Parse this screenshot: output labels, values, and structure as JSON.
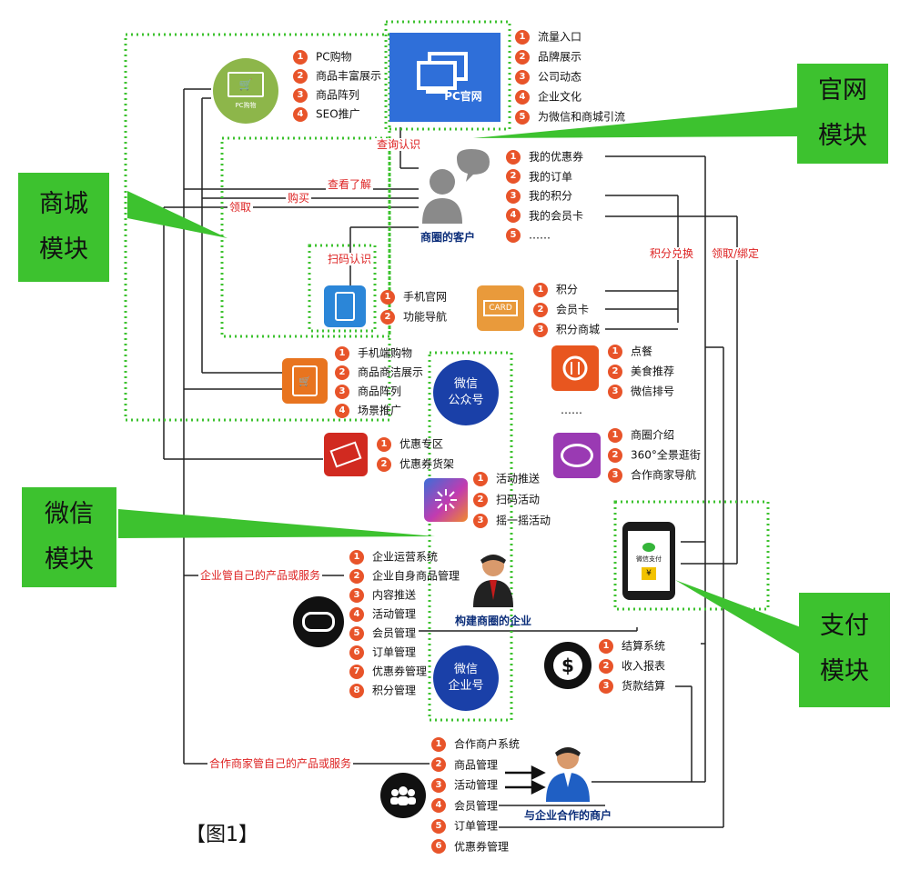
{
  "modules": {
    "mall": [
      "商城",
      "模块"
    ],
    "official": [
      "官网",
      "模块"
    ],
    "wechat": [
      "微信",
      "模块"
    ],
    "pay": [
      "支付",
      "模块"
    ]
  },
  "nodes": {
    "pc_shop_badge": "PC购物",
    "pc_site": "PC官网",
    "customer": "商圈的客户",
    "wechat_public": [
      "微信",
      "公众号"
    ],
    "enterprise": "构建商圈的企业",
    "wechat_corp": [
      "微信",
      "企业号"
    ],
    "partner": "与企业合作的商户",
    "card_text": "CARD",
    "pay_phone": "微信支付",
    "yen": "¥",
    "dollar": "$",
    "figure_caption": "【图1】",
    "ellipsis": "……"
  },
  "edge_labels": {
    "query": "查询认识",
    "look": "查看了解",
    "buy": "购买",
    "receive": "领取",
    "scan": "扫码认识",
    "points_exchange": "积分兑换",
    "receive_bind": "领取/绑定",
    "enterprise_self": "企业管自己的产品或服务",
    "partner_self": "合作商家管自己的产品或服务"
  },
  "lists": {
    "pc_shop": [
      "PC购物",
      "商品丰富展示",
      "商品阵列",
      "SEO推广"
    ],
    "pc_site": [
      "流量入口",
      "品牌展示",
      "公司动态",
      "企业文化",
      "为微信和商城引流"
    ],
    "customer": [
      "我的优惠券",
      "我的订单",
      "我的积分",
      "我的会员卡",
      "……"
    ],
    "mobile_site": [
      "手机官网",
      "功能导航"
    ],
    "card": [
      "积分",
      "会员卡",
      "积分商城"
    ],
    "mobile_shop": [
      "手机端购物",
      "商品商洁展示",
      "商品阵列",
      "场景推广"
    ],
    "food": [
      "点餐",
      "美食推荐",
      "微信排号"
    ],
    "coupon": [
      "优惠专区",
      "优惠券货架"
    ],
    "chat": [
      "商圈介绍",
      "360°全景逛街",
      "合作商家导航"
    ],
    "activity": [
      "活动推送",
      "扫码活动",
      "摇一摇活动"
    ],
    "enterprise": [
      "企业运营系统",
      "企业自身商品管理",
      "内容推送",
      "活动管理",
      "会员管理",
      "订单管理",
      "优惠券管理",
      "积分管理"
    ],
    "payment": [
      "结算系统",
      "收入报表",
      "货款结算"
    ],
    "partner": [
      "合作商户系统",
      "商品管理",
      "活动管理",
      "会员管理",
      "订单管理",
      "优惠券管理"
    ]
  },
  "colors": {
    "callout": "#3dc22f",
    "badge": "#e8542a",
    "dotted": "#3dc22f",
    "edge_text": "#dd2222",
    "wechat_blue": "#1a40a8",
    "pc_blue": "#2f6fd9"
  }
}
